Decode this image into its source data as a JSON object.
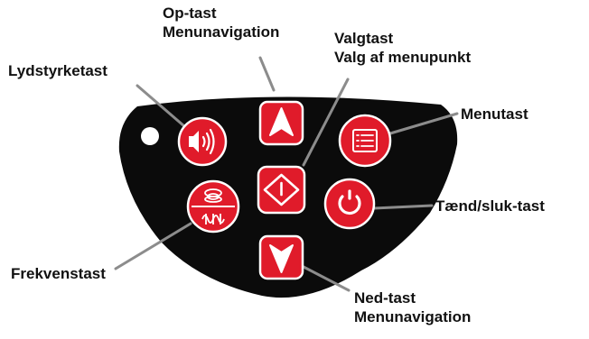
{
  "labels": {
    "up": {
      "line1": "Op-tast",
      "line2": "Menunavigation"
    },
    "select": {
      "line1": "Valgtast",
      "line2": "Valg af menupunkt"
    },
    "volume": {
      "line1": "Lydstyrketast"
    },
    "menu": {
      "line1": "Menutast"
    },
    "power": {
      "line1": "Tænd/sluk-tast"
    },
    "frequency": {
      "line1": "Frekvenstast"
    },
    "down": {
      "line1": "Ned-tast",
      "line2": "Menunavigation"
    }
  },
  "icons": {
    "volume": "speaker-icon",
    "up": "up-arrow-icon",
    "menu": "list-icon",
    "select": "select-diamond-icon",
    "frequency": "frequency-icon",
    "power": "power-icon",
    "down": "down-arrow-icon"
  },
  "colors": {
    "keypad_body": "#0b0b0b",
    "button_red": "#e01b2a",
    "button_outline": "#ffffff",
    "leader_line": "#8c8c8c",
    "label_text": "#111111"
  }
}
